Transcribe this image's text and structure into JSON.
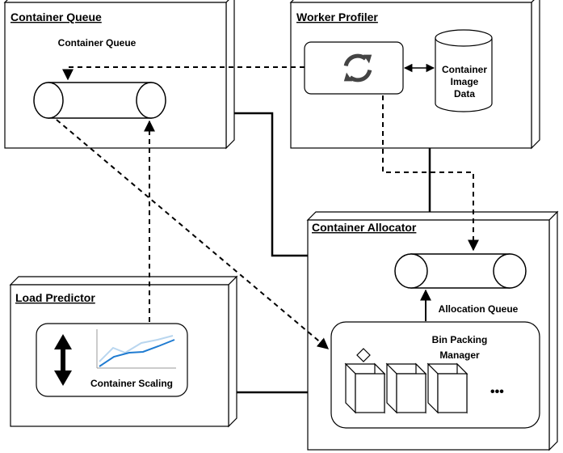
{
  "nodes": {
    "container_queue": {
      "title": "Container Queue",
      "queue_label": "Container Queue"
    },
    "worker_profiler": {
      "title": "Worker Profiler",
      "db_label": [
        "Container",
        "Image",
        "Data"
      ]
    },
    "container_allocator": {
      "title": "Container Allocator",
      "queue_label": "Allocation Queue",
      "manager_label": [
        "Bin Packing",
        "Manager"
      ],
      "ellipsis": "•••"
    },
    "load_predictor": {
      "title": "Load Predictor",
      "scaling_label": "Container Scaling"
    }
  },
  "colors": {
    "stroke": "#000000",
    "chart_line": "#1f7bd1",
    "chart_line_light": "#b9d6ef",
    "refresh_icon": "#444444"
  },
  "icons": [
    "refresh-icon",
    "vertical-double-arrow-icon",
    "line-chart-icon",
    "diamond-icon",
    "bin-box-icon"
  ]
}
